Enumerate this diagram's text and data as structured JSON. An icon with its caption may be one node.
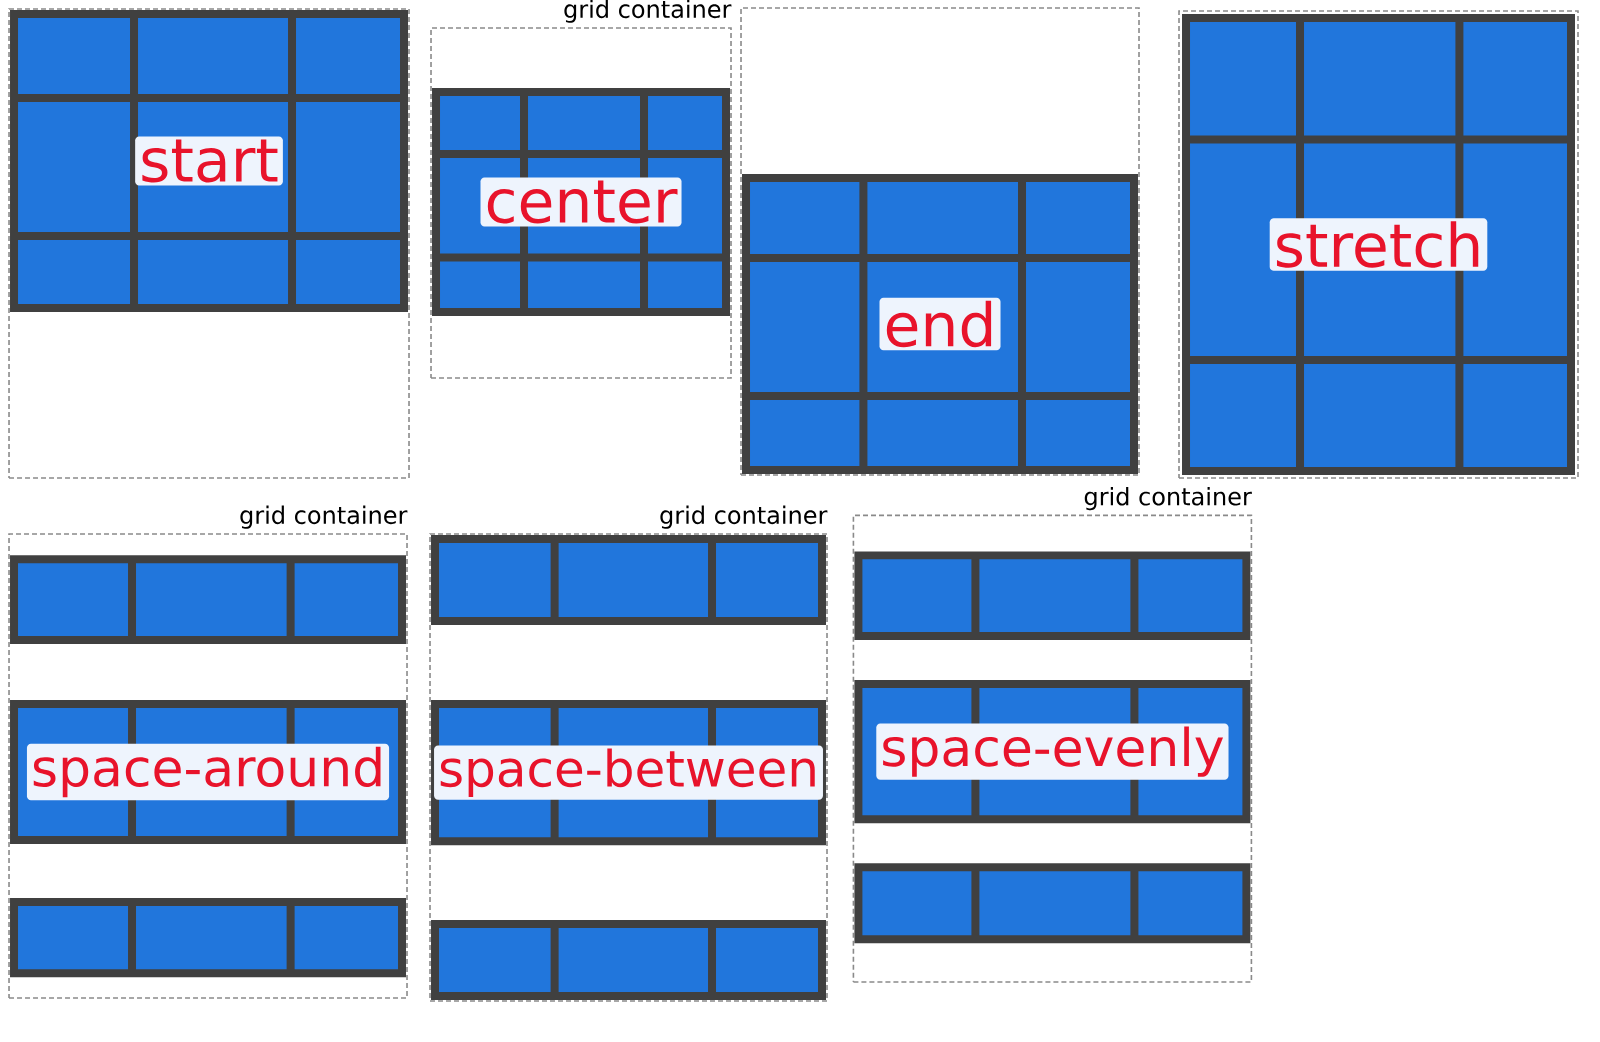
{
  "diagram": {
    "nodes": [
      {
        "text": [],
        "shape": "box"
      },
      {
        "text": [
          "start"
        ],
        "in": 0
      },
      {
        "text": [
          "grid container"
        ]
      },
      {
        "text": [
          "center"
        ],
        "in": 2
      },
      {
        "text": [],
        "shape": "box"
      },
      {
        "text": [
          "end"
        ],
        "in": 4
      },
      {
        "text": [],
        "shape": "box"
      },
      {
        "text": [
          "stretch"
        ],
        "in": 6
      },
      {
        "text": [
          "grid container"
        ]
      },
      {
        "text": [],
        "shape": "box",
        "in": 8
      },
      {
        "text": [
          "space-around"
        ],
        "in": 8
      },
      {
        "text": [],
        "shape": "box",
        "in": 8
      },
      {
        "text": [
          "grid container"
        ]
      },
      {
        "text": [],
        "shape": "box",
        "in": 12
      },
      {
        "text": [
          "space-between"
        ],
        "in": 12
      },
      {
        "text": [],
        "shape": "box",
        "in": 12
      },
      {
        "text": [
          "grid container"
        ]
      },
      {
        "text": [],
        "shape": "box",
        "in": 16
      },
      {
        "text": [
          "space-evenly"
        ],
        "in": 16
      },
      {
        "text": [],
        "shape": "box",
        "in": 16
      }
    ]
  }
}
